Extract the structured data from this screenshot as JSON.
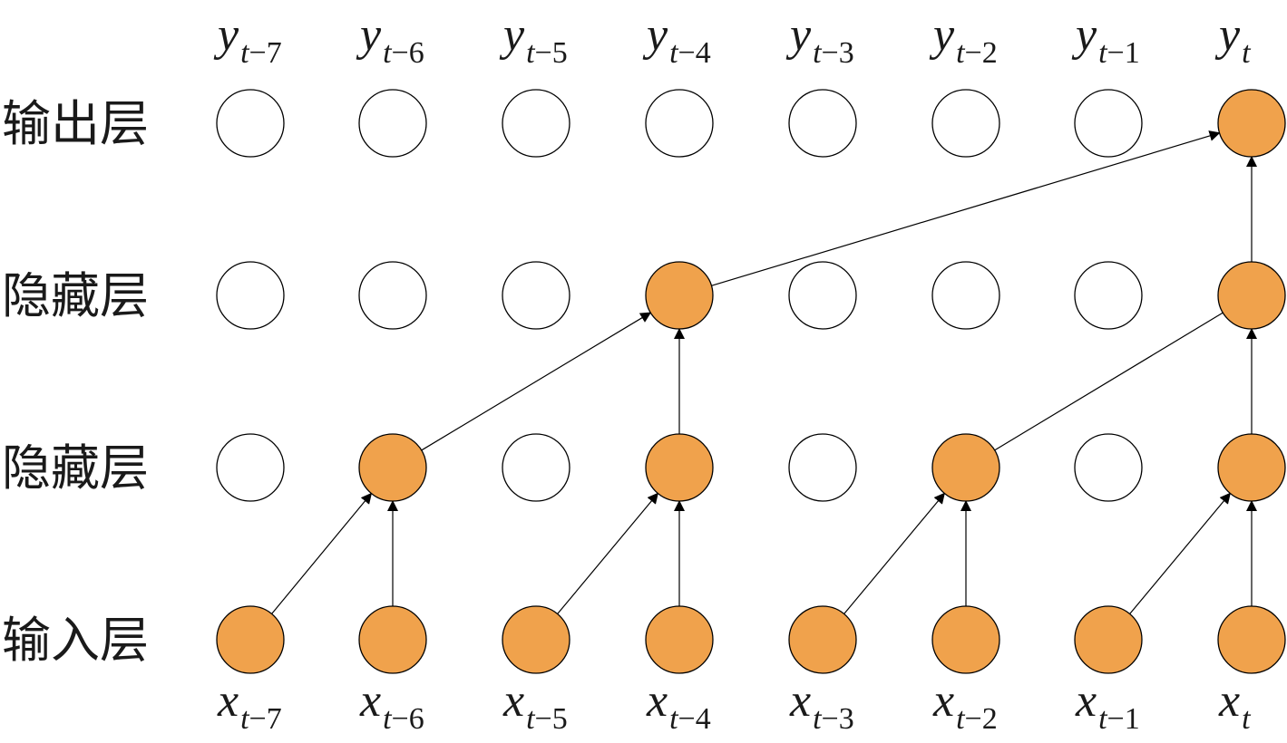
{
  "colors": {
    "active_fill": "#F0A24C",
    "inactive_fill": "#FFFFFF",
    "stroke": "#000000"
  },
  "layers": [
    {
      "id": "output",
      "label": "输出层",
      "active": [
        7
      ]
    },
    {
      "id": "hidden2",
      "label": "隐藏层",
      "active": [
        3,
        7
      ]
    },
    {
      "id": "hidden1",
      "label": "隐藏层",
      "active": [
        1,
        3,
        5,
        7
      ]
    },
    {
      "id": "input",
      "label": "输入层",
      "active": [
        0,
        1,
        2,
        3,
        4,
        5,
        6,
        7
      ]
    }
  ],
  "top_labels": [
    {
      "main": "y",
      "sub_t": "t",
      "sub_rest": "−7"
    },
    {
      "main": "y",
      "sub_t": "t",
      "sub_rest": "−6"
    },
    {
      "main": "y",
      "sub_t": "t",
      "sub_rest": "−5"
    },
    {
      "main": "y",
      "sub_t": "t",
      "sub_rest": "−4"
    },
    {
      "main": "y",
      "sub_t": "t",
      "sub_rest": "−3"
    },
    {
      "main": "y",
      "sub_t": "t",
      "sub_rest": "−2"
    },
    {
      "main": "y",
      "sub_t": "t",
      "sub_rest": "−1"
    },
    {
      "main": "y",
      "sub_t": "t",
      "sub_rest": ""
    }
  ],
  "bottom_labels": [
    {
      "main": "x",
      "sub_t": "t",
      "sub_rest": "−7"
    },
    {
      "main": "x",
      "sub_t": "t",
      "sub_rest": "−6"
    },
    {
      "main": "x",
      "sub_t": "t",
      "sub_rest": "−5"
    },
    {
      "main": "x",
      "sub_t": "t",
      "sub_rest": "−4"
    },
    {
      "main": "x",
      "sub_t": "t",
      "sub_rest": "−3"
    },
    {
      "main": "x",
      "sub_t": "t",
      "sub_rest": "−2"
    },
    {
      "main": "x",
      "sub_t": "t",
      "sub_rest": "−1"
    },
    {
      "main": "x",
      "sub_t": "t",
      "sub_rest": ""
    }
  ],
  "edges": [
    {
      "from": [
        3,
        0
      ],
      "to": [
        2,
        1
      ],
      "arrow": true
    },
    {
      "from": [
        3,
        1
      ],
      "to": [
        2,
        1
      ],
      "arrow": true
    },
    {
      "from": [
        3,
        2
      ],
      "to": [
        2,
        3
      ],
      "arrow": true
    },
    {
      "from": [
        3,
        3
      ],
      "to": [
        2,
        3
      ],
      "arrow": true
    },
    {
      "from": [
        3,
        4
      ],
      "to": [
        2,
        5
      ],
      "arrow": true
    },
    {
      "from": [
        3,
        5
      ],
      "to": [
        2,
        5
      ],
      "arrow": true
    },
    {
      "from": [
        3,
        6
      ],
      "to": [
        2,
        7
      ],
      "arrow": true
    },
    {
      "from": [
        3,
        7
      ],
      "to": [
        2,
        7
      ],
      "arrow": true
    },
    {
      "from": [
        2,
        1
      ],
      "to": [
        1,
        3
      ],
      "arrow": true
    },
    {
      "from": [
        2,
        3
      ],
      "to": [
        1,
        3
      ],
      "arrow": true
    },
    {
      "from": [
        2,
        5
      ],
      "to": [
        1,
        7
      ],
      "arrow": false
    },
    {
      "from": [
        2,
        7
      ],
      "to": [
        1,
        7
      ],
      "arrow": true
    },
    {
      "from": [
        1,
        3
      ],
      "to": [
        0,
        7
      ],
      "arrow": true
    },
    {
      "from": [
        1,
        7
      ],
      "to": [
        0,
        7
      ],
      "arrow": true
    }
  ]
}
